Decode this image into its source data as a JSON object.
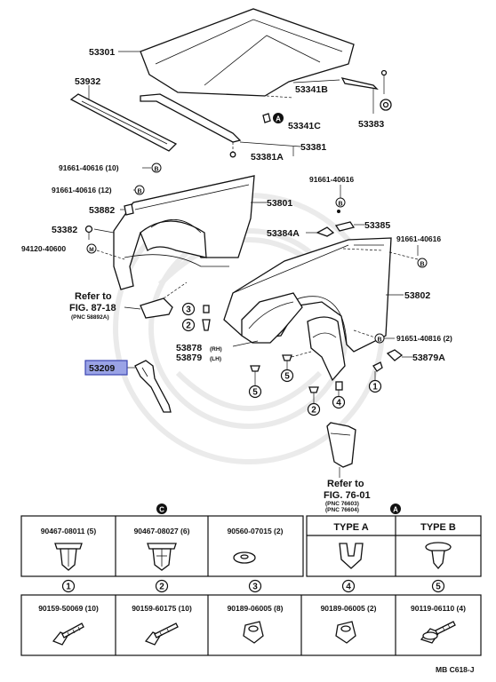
{
  "parts": {
    "p53301": "53301",
    "p53932": "53932",
    "p53341b": "53341B",
    "p53341c": "53341C",
    "p53383": "53383",
    "p53381": "53381",
    "p53381a": "53381A",
    "p91661_10": "91661-40616 (10)",
    "p91661_12": "91661-40616 (12)",
    "p53882": "53882",
    "p53801": "53801",
    "p53382": "53382",
    "p94120": "94120-40600",
    "p91661_r1": "91661-40616",
    "p53384a": "53384A",
    "p53385": "53385",
    "p91661_r2": "91661-40616",
    "p53802": "53802",
    "p91651": "91651-40816 (2)",
    "p53878": "53878",
    "p53878_side": "(RH)",
    "p53879": "53879",
    "p53879_side": "(LH)",
    "p53879a": "53879A",
    "p53209": "53209"
  },
  "refs": {
    "ref1_line1": "Refer to",
    "ref1_line2": "FIG. 87-18",
    "ref1_pnc": "(PNC 58892A)",
    "ref2_line1": "Refer to",
    "ref2_line2": "FIG. 76-01",
    "ref2_pnc1": "(PNC 76603)",
    "ref2_pnc2": "(PNC 76604)"
  },
  "markers": {
    "a": "A",
    "b": "B",
    "n1": "1",
    "n2": "2",
    "n3": "3",
    "n4": "4",
    "n5": "5",
    "c": "C",
    "m": "M"
  },
  "table": {
    "row1": [
      "90467-08011 (5)",
      "90467-08027 (6)",
      "90560-07015 (2)"
    ],
    "type_a": "TYPE A",
    "type_b": "TYPE B",
    "row2": [
      "90159-50069 (10)",
      "90159-60175 (10)",
      "90189-06005 (8)",
      "90189-06005 (2)",
      "90119-06110 (4)"
    ]
  },
  "footer": "MB  C618-J",
  "colors": {
    "highlight_fill": "#9aa3e6",
    "highlight_stroke": "#3a44b0",
    "ink": "#111111"
  }
}
